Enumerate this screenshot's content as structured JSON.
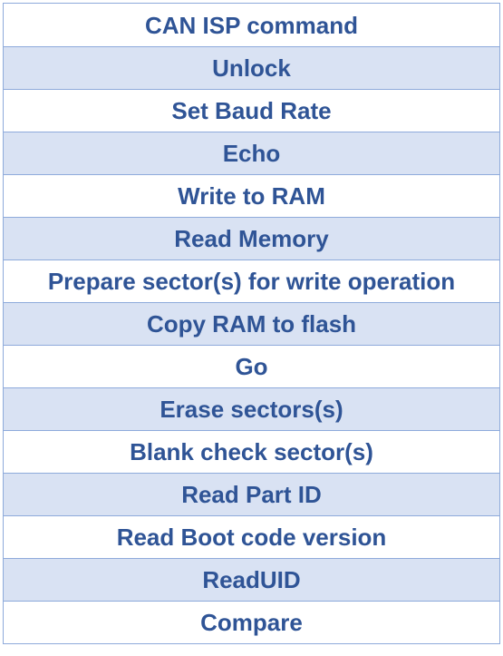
{
  "table": {
    "header": "CAN ISP command",
    "rows": [
      "Unlock",
      "Set Baud Rate",
      "Echo",
      "Write to RAM",
      "Read Memory",
      "Prepare sector(s) for write operation",
      "Copy RAM to flash",
      "Go",
      "Erase sectors(s)",
      "Blank check sector(s)",
      "Read Part ID",
      "Read Boot code version",
      "ReadUID",
      "Compare"
    ]
  },
  "colors": {
    "text": "#2f5496",
    "band": "#d9e2f3",
    "border": "#8eaadb",
    "background": "#ffffff"
  }
}
